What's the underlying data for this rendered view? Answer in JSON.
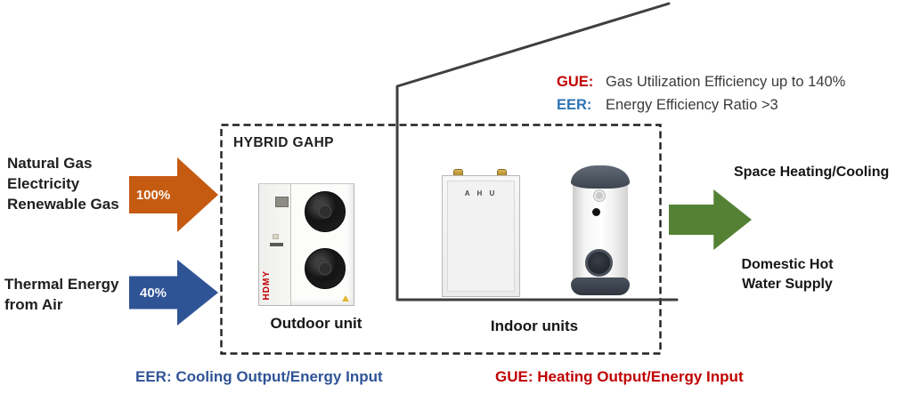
{
  "palette": {
    "orange": "#C55A11",
    "blue": "#2F5496",
    "green": "#548235",
    "red": "#C00000",
    "metric_blue": "#2E74B5",
    "dark_text": "#1F1F1F"
  },
  "inputs": {
    "fuel": {
      "line1": "Natural Gas",
      "line2": "Electricity",
      "line3": "Renewable Gas",
      "percent": "100%"
    },
    "air": {
      "line1": "Thermal Energy",
      "line2": "from Air",
      "percent": "40%"
    }
  },
  "system": {
    "title": "HYBRID GAHP",
    "outdoor_label": "Outdoor unit",
    "indoor_label": "Indoor units",
    "ahu_text": "A H U",
    "brand_text": "HDMY"
  },
  "metrics": {
    "gue_label": "GUE:",
    "gue_text": "Gas Utilization Efficiency up to 140%",
    "eer_label": "EER:",
    "eer_text": "Energy Efficiency Ratio >3"
  },
  "outputs": {
    "space_heating": "Space Heating/Cooling",
    "dhw_line1": "Domestic Hot",
    "dhw_line2": "Water Supply"
  },
  "footnotes": {
    "eer": "EER: Cooling Output/Energy Input",
    "gue": "GUE: Heating Output/Energy Input"
  }
}
